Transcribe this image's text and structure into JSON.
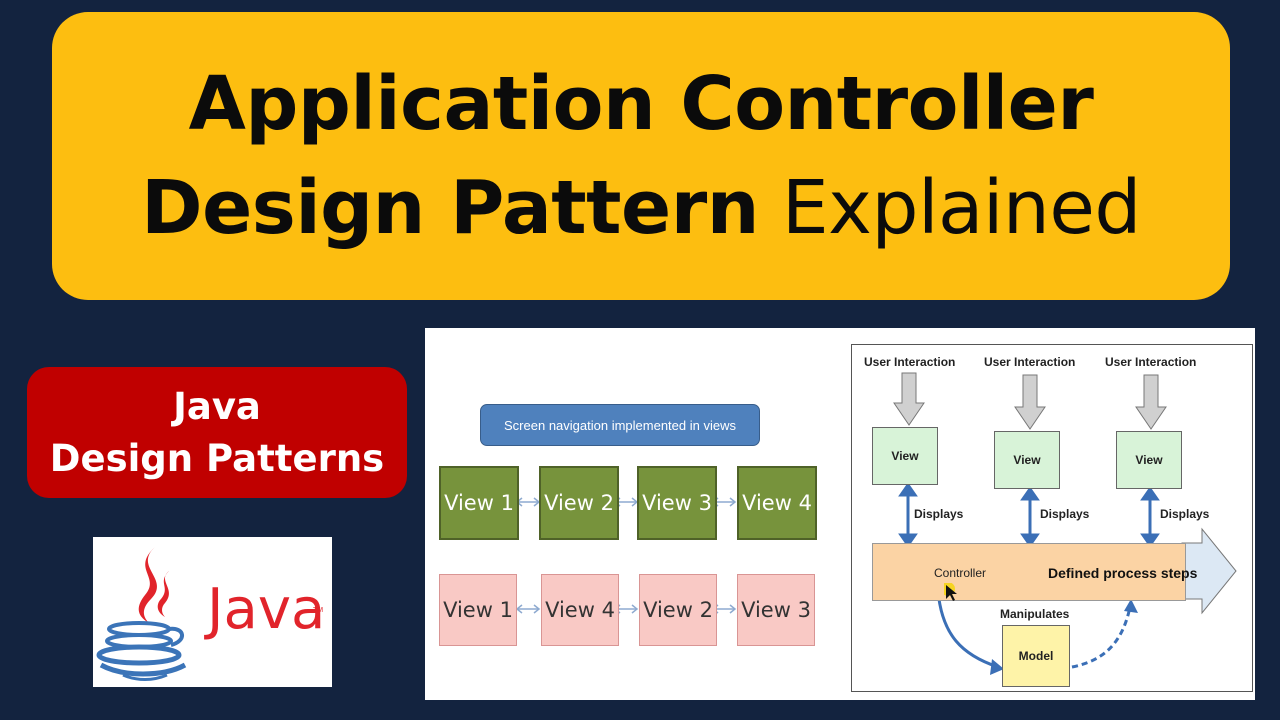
{
  "title": {
    "line1": "Application Controller",
    "line2_bold": "Design Pattern",
    "line2_normal": " Explained"
  },
  "badge": {
    "line1": "Java",
    "line2": "Design Patterns"
  },
  "logo": {
    "wordmark": "Java",
    "tm": "TM",
    "icon": "java-coffee-cup-icon"
  },
  "slide": {
    "header": "Screen navigation implemented in views",
    "row_top": [
      "View 1",
      "View 2",
      "View 3",
      "View 4"
    ],
    "row_bottom": [
      "View 1",
      "View 4",
      "View 2",
      "View 3"
    ]
  },
  "mvc": {
    "user_interaction": [
      "User Interaction",
      "User Interaction",
      "User Interaction"
    ],
    "views": [
      "View",
      "View",
      "View"
    ],
    "displays": [
      "Displays",
      "Displays",
      "Displays"
    ],
    "controller": "Controller",
    "steps": "Defined process steps",
    "manipulates": "Manipulates",
    "model": "Model"
  },
  "colors": {
    "background": "#13233f",
    "banner": "#fdbe10",
    "badge": "#c00000",
    "view_green": "#77933c",
    "view_pink": "#f9c9c5",
    "nav_header": "#4f81bd"
  }
}
